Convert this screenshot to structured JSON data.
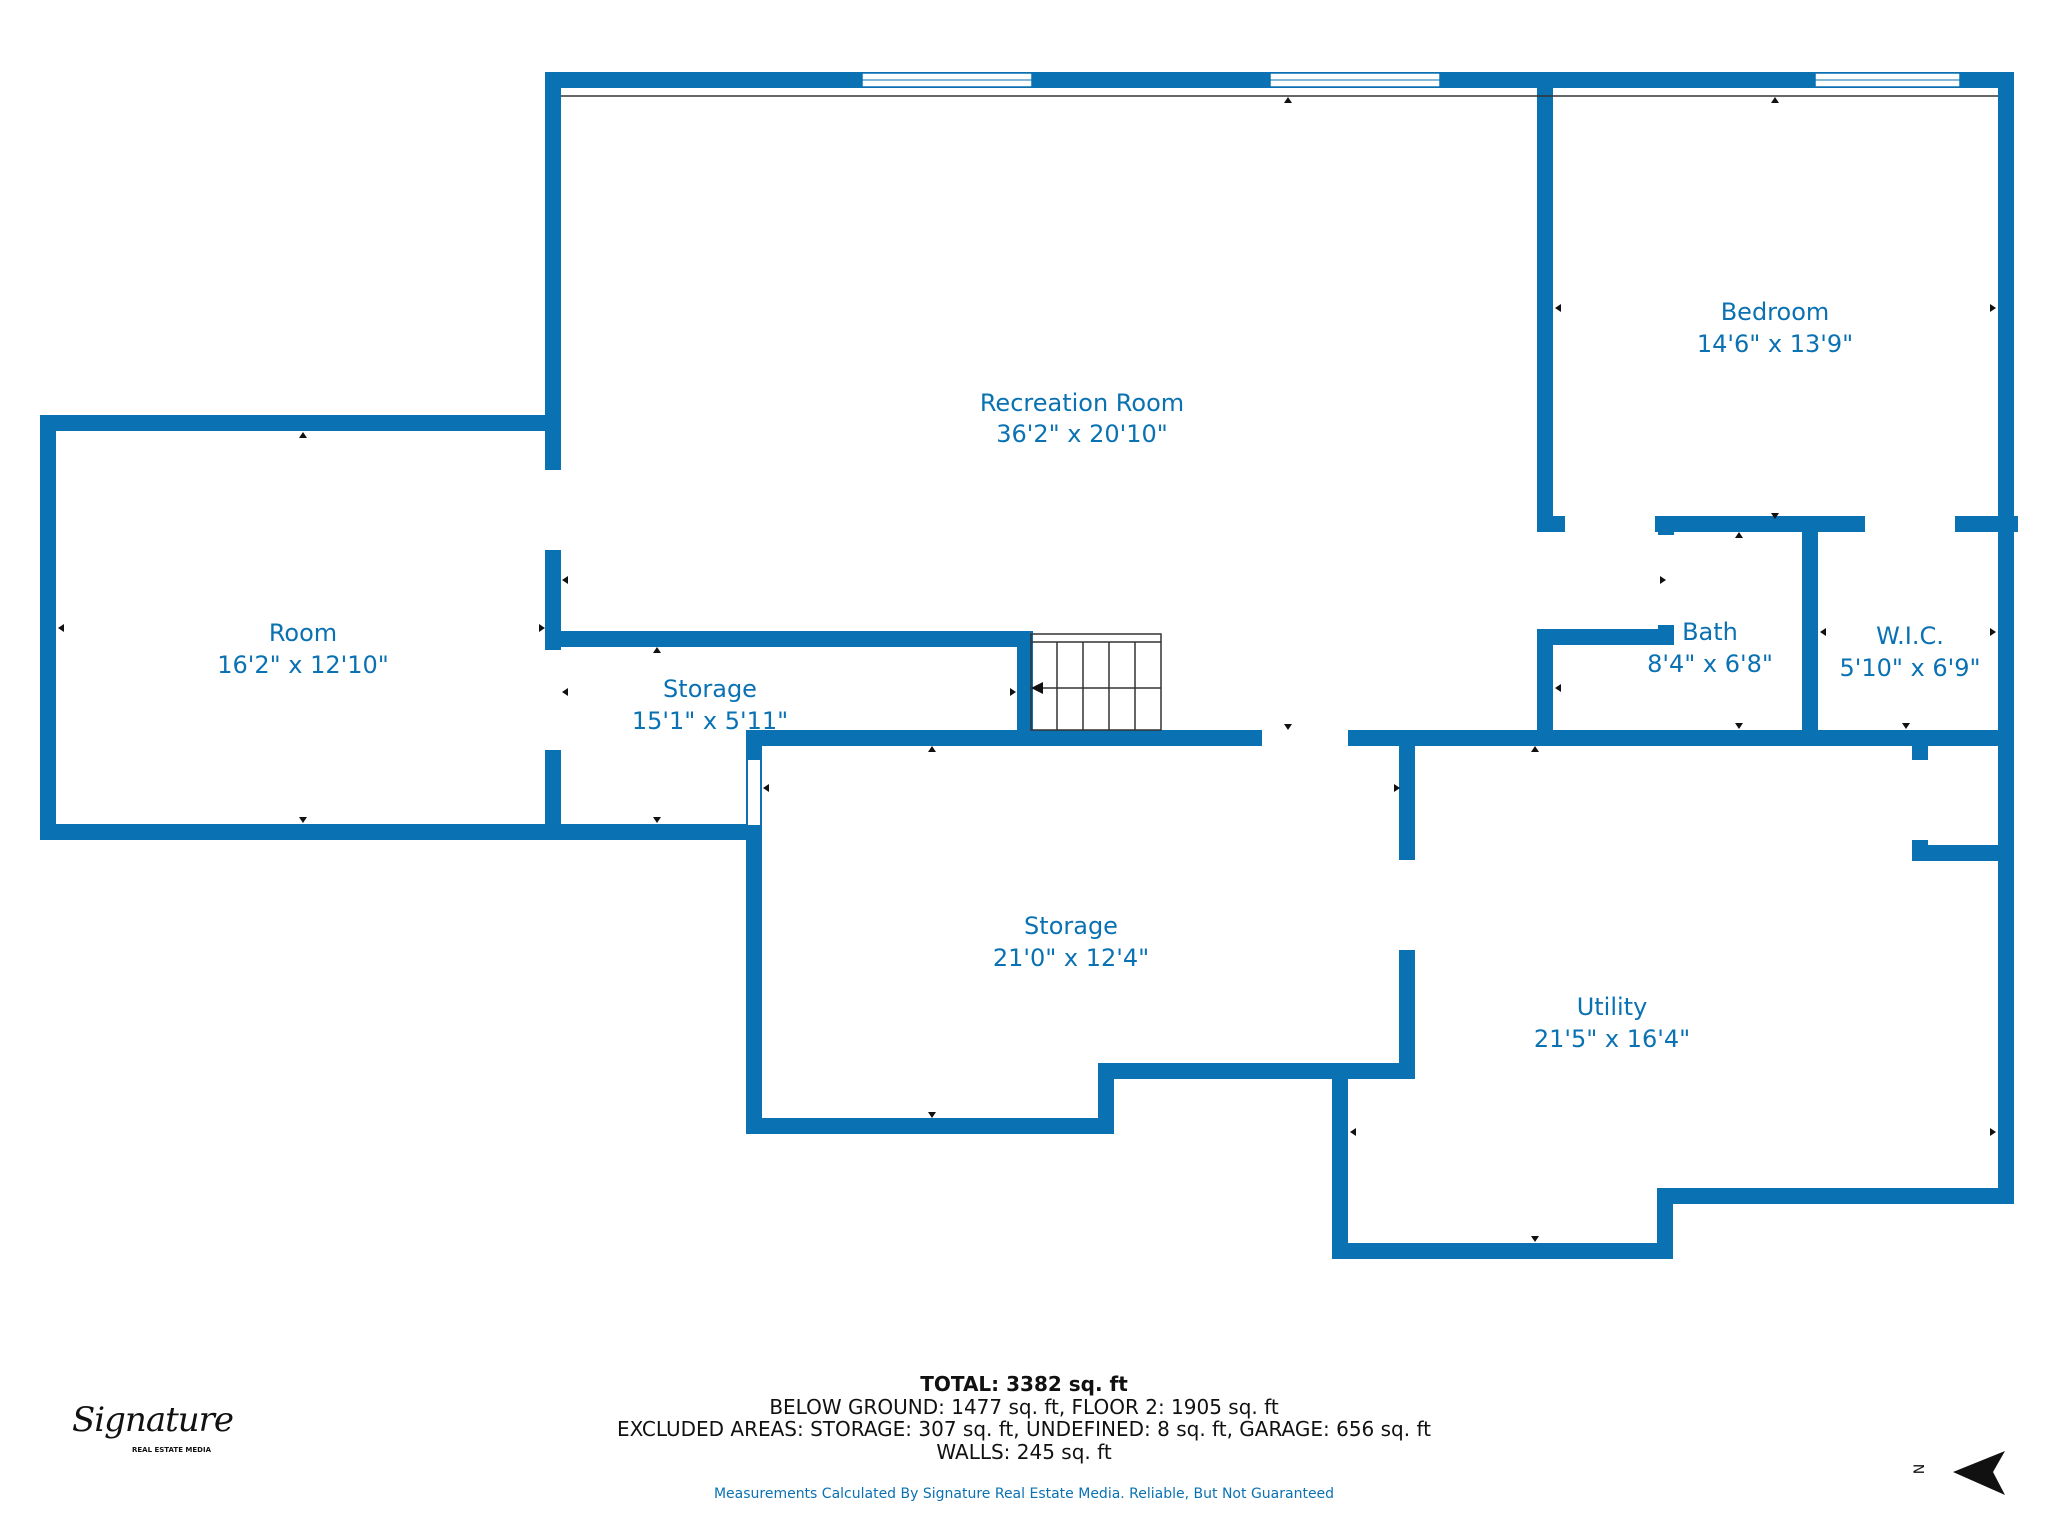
{
  "rooms": {
    "recreation": {
      "name": "Recreation Room",
      "dims": "36'2\" x 20'10\""
    },
    "bedroom": {
      "name": "Bedroom",
      "dims": "14'6\" x 13'9\""
    },
    "room": {
      "name": "Room",
      "dims": "16'2\" x 12'10\""
    },
    "storage_small": {
      "name": "Storage",
      "dims": "15'1\" x 5'11\""
    },
    "bath": {
      "name": "Bath",
      "dims": "8'4\" x 6'8\""
    },
    "wic": {
      "name": "W.I.C.",
      "dims": "5'10\" x 6'9\""
    },
    "storage_large": {
      "name": "Storage",
      "dims": "21'0\" x 12'4\""
    },
    "utility": {
      "name": "Utility",
      "dims": "21'5\" x 16'4\""
    }
  },
  "footer": {
    "total": "TOTAL: 3382 sq. ft",
    "line2": "BELOW GROUND: 1477 sq. ft, FLOOR 2: 1905 sq. ft",
    "line3": "EXCLUDED AREAS: STORAGE: 307 sq. ft, UNDEFINED: 8 sq. ft, GARAGE: 656 sq. ft",
    "line4": "WALLS: 245 sq. ft",
    "disclaimer": "Measurements Calculated By Signature Real Estate Media. Reliable, But Not Guaranteed"
  },
  "logo": {
    "script": "Signature",
    "sub": "REAL ESTATE MEDIA"
  },
  "compass": {
    "label": "N"
  },
  "colors": {
    "wall": "#0a71b3",
    "text": "#0a71b3"
  }
}
